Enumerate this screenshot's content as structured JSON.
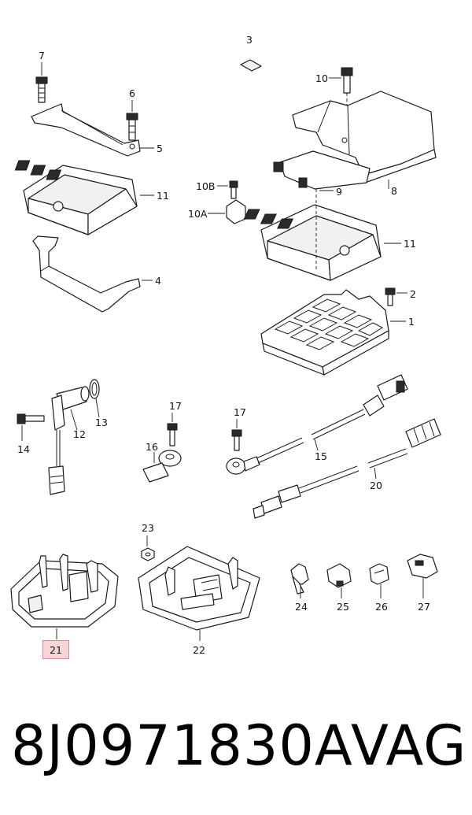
{
  "callouts": {
    "c1": "1",
    "c2": "2",
    "c3": "3",
    "c4": "4",
    "c5": "5",
    "c6": "6",
    "c7": "7",
    "c8": "8",
    "c9": "9",
    "c10": "10",
    "c10a": "10A",
    "c10b": "10B",
    "c11a": "11",
    "c11b": "11",
    "c12": "12",
    "c13": "13",
    "c14": "14",
    "c15": "15",
    "c16": "16",
    "c17a": "17",
    "c17b": "17",
    "c20": "20",
    "c21": "21",
    "c22": "22",
    "c23": "23",
    "c24": "24",
    "c25": "25",
    "c26": "26",
    "c27": "27"
  },
  "highlighted_callout": "21",
  "footer": {
    "part_number": "8J0971830A",
    "brand": "VAG"
  },
  "colors": {
    "highlight_fill": "#f8d6d8",
    "highlight_border": "#d88a90",
    "line": "#1a1a1a"
  }
}
